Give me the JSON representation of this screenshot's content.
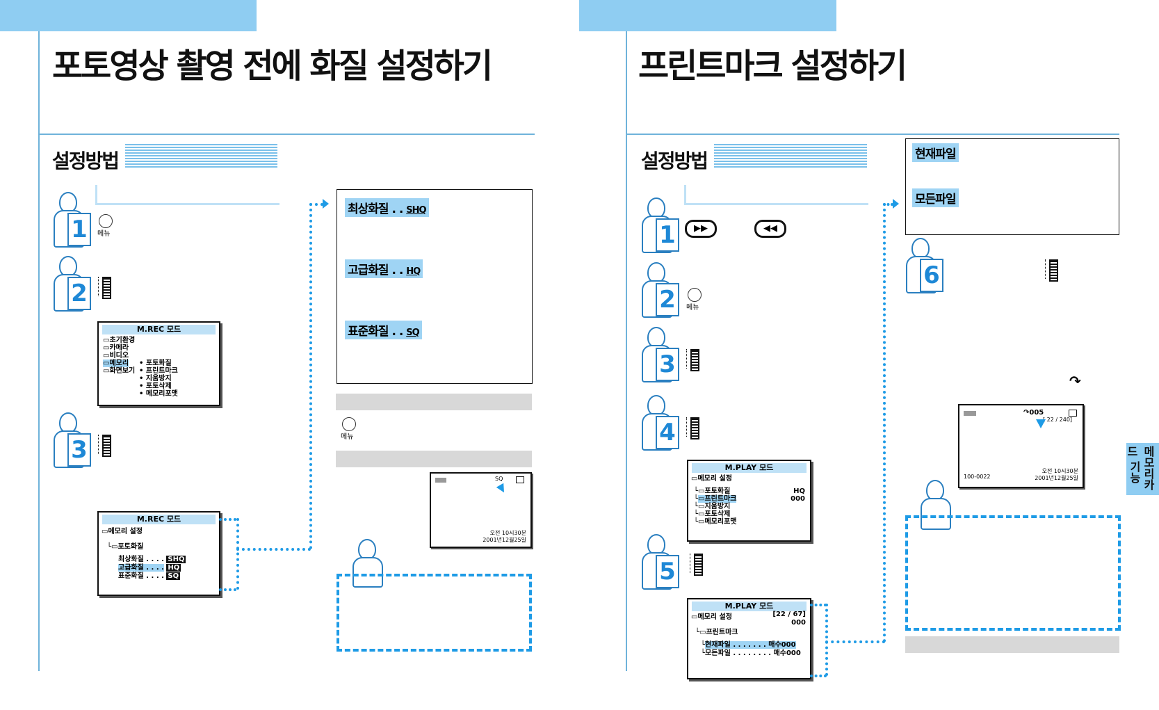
{
  "left": {
    "title": "포토영상 촬영 전에 화질 설정하기",
    "section_heading": "설정방법",
    "steps": [
      "1",
      "2",
      "3"
    ],
    "menu_button_label": "메뉴",
    "osd_rec_menu": {
      "title": "M.REC 모드",
      "items": [
        "초기환경",
        "카메라",
        "비디오",
        "메모리",
        "화면보기"
      ],
      "subitems": [
        "포토화질",
        "프린트마크",
        "지움방지",
        "포토삭제",
        "메모리포맷"
      ]
    },
    "osd_quality_menu": {
      "title": "M.REC 모드",
      "line1": "메모리 설정",
      "line2": "포토화질",
      "options": [
        "최상화질 . . . .",
        "고급화질 . . . .",
        "표준화질 . . . ."
      ],
      "badges": [
        "SHQ",
        "HQ",
        "SQ"
      ]
    },
    "quality_box": [
      {
        "label": "최상화질 . . ",
        "badge": "SHQ"
      },
      {
        "label": "고급화질 . . ",
        "badge": "HQ"
      },
      {
        "label": "표준화질 . . ",
        "badge": "SQ"
      }
    ],
    "screen_preview": {
      "badge": "SQ",
      "time": "오전  10시30분",
      "date": "2001년12월25일"
    }
  },
  "right": {
    "title": "프린트마크 설정하기",
    "section_heading": "설정방법",
    "steps": [
      "1",
      "2",
      "3",
      "4",
      "5",
      "6"
    ],
    "menu_button_label": "메뉴",
    "ff_label": "▶▶",
    "rew_label": "◀◀",
    "osd_play_menu": {
      "title": "M.PLAY  모드",
      "line1": "메모리  설정",
      "items": [
        "포토화질",
        "프린트마크",
        "지움방지",
        "포토삭제",
        "메모리포맷"
      ],
      "values": [
        "HQ",
        "000",
        "",
        ""
      ]
    },
    "osd_print_menu": {
      "title": "M.PLAY  모드",
      "line1": "메모리  설정",
      "counter": "[22 / 67]",
      "count": "000",
      "line2": "프린트마크",
      "options": [
        "현재파일 . . . . . . . 매수000",
        "모든파일 . . . . . . . . 매수000"
      ]
    },
    "file_box": {
      "current": "현재파일",
      "all": "모든파일"
    },
    "screen_preview": {
      "count": "005",
      "counter": "22 / 240",
      "file": "100-0022",
      "time": "오전   10시30분",
      "date": "2001년12월25일"
    },
    "side_tab": {
      "line1": "메모리카드",
      "line2": "기능"
    }
  }
}
